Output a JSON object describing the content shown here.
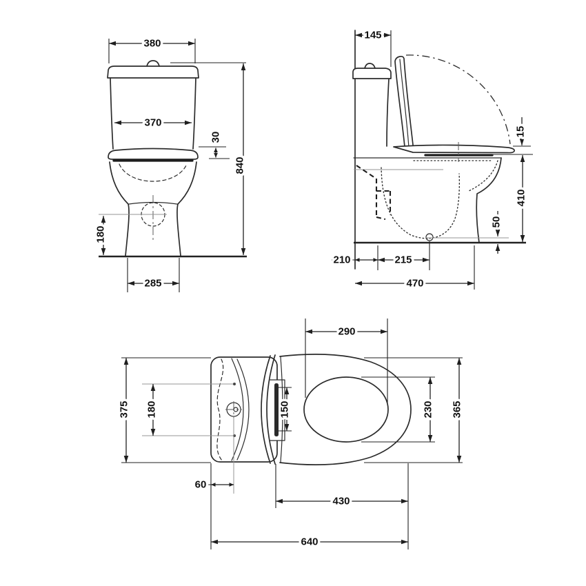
{
  "drawing": {
    "front_view": {
      "dims": {
        "cistern_lid_width": "380",
        "cistern_width": "370",
        "seat_drop": "30",
        "overall_height": "840",
        "outlet_height": "180",
        "base_width": "285"
      }
    },
    "side_view": {
      "dims": {
        "cistern_depth": "145",
        "seat_thickness": "15",
        "rim_height": "410",
        "outlet_clearance": "50",
        "outlet_setout_rear": "210",
        "outlet_setout_front": "215",
        "overall_depth": "470"
      }
    },
    "top_view": {
      "dims": {
        "bowl_opening_length": "290",
        "cistern_plan_width": "375",
        "fixing_centres": "180",
        "hinge_centres": "150",
        "bowl_opening_width": "230",
        "seat_width": "365",
        "rear_offset": "60",
        "seat_length": "430",
        "overall_length": "640"
      }
    }
  },
  "colors": {
    "background": "#ffffff",
    "outline": "#2b2b2b",
    "dimension": "#1f1f1f",
    "leader": "#949494",
    "text": "#111111"
  }
}
